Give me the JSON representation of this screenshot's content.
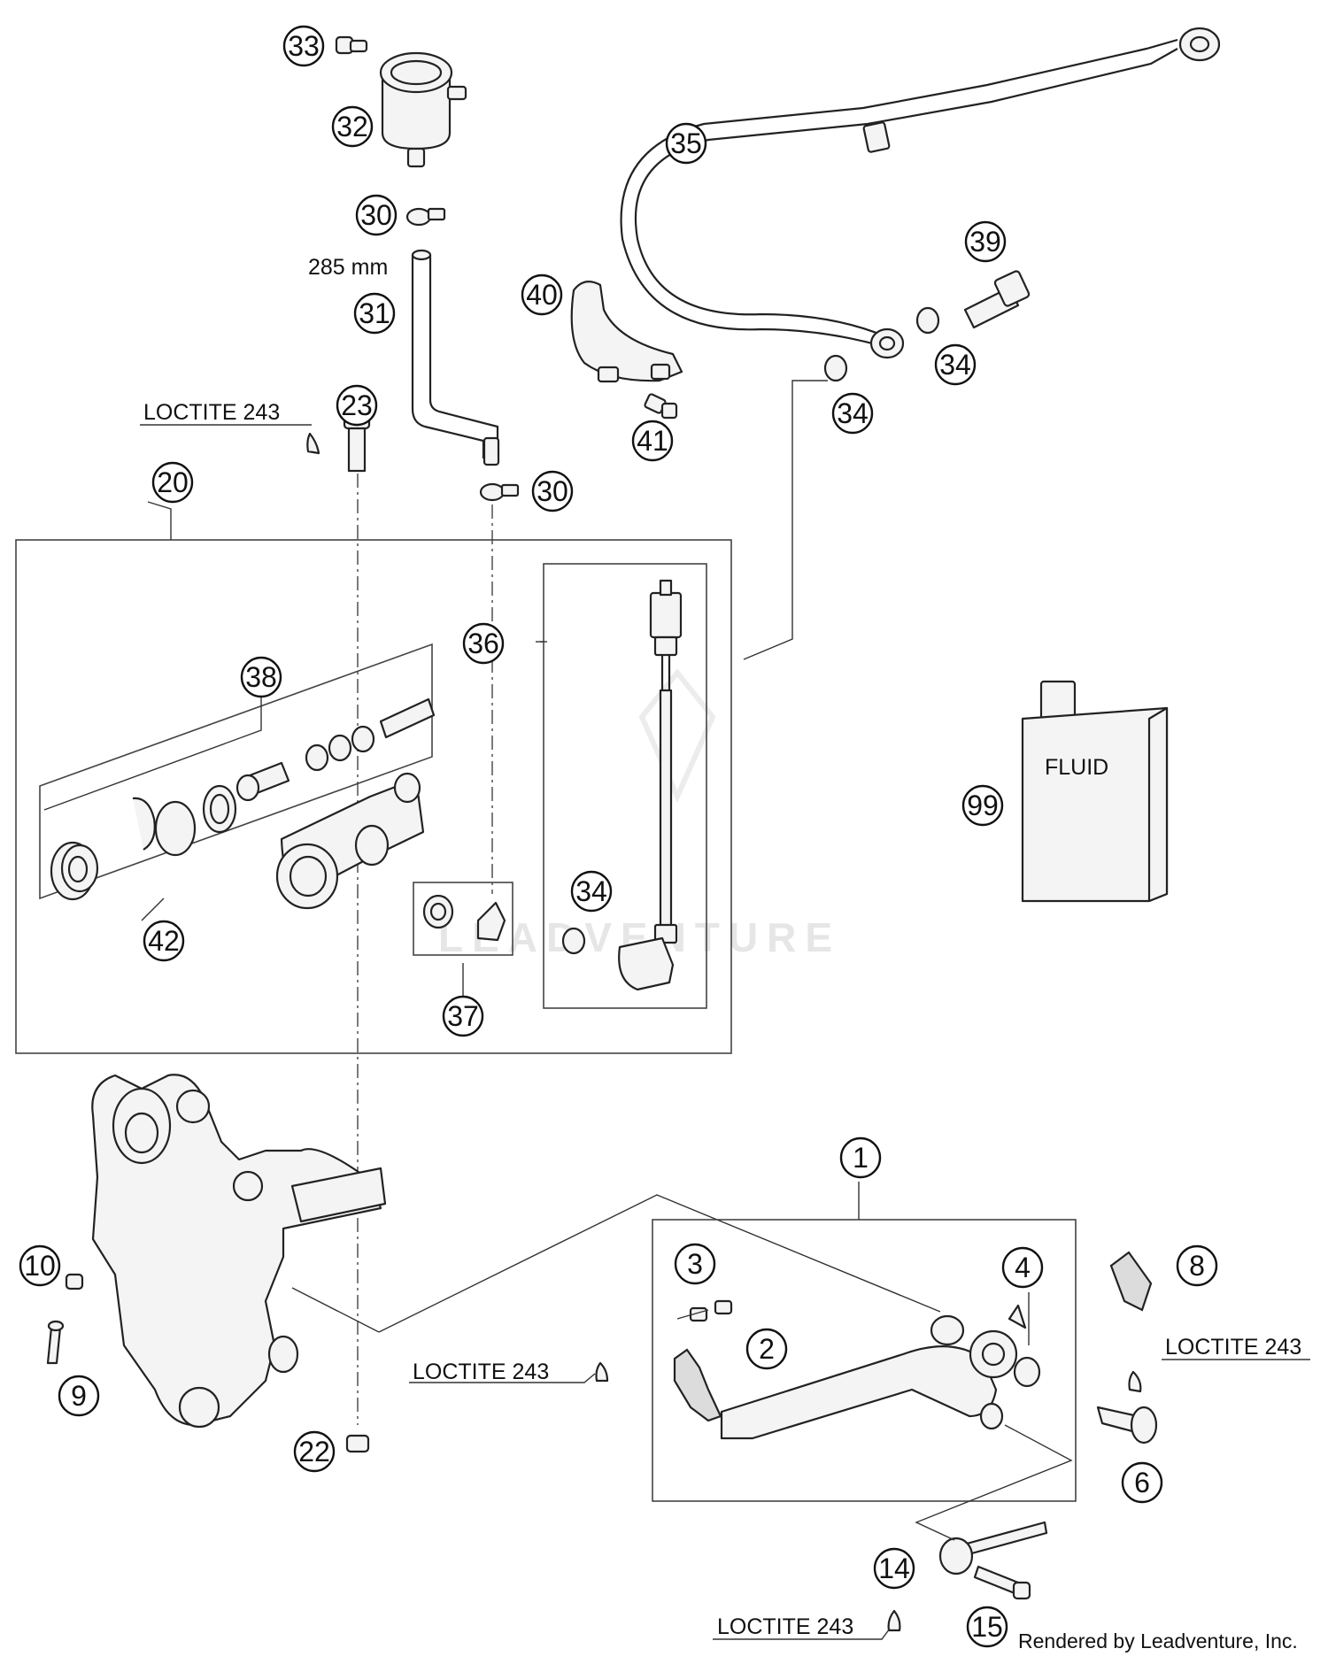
{
  "diagram": {
    "callouts": [
      {
        "id": "33"
      },
      {
        "id": "32"
      },
      {
        "id": "30a",
        "text": "30"
      },
      {
        "id": "31"
      },
      {
        "id": "23"
      },
      {
        "id": "20"
      },
      {
        "id": "30b",
        "text": "30"
      },
      {
        "id": "35"
      },
      {
        "id": "40"
      },
      {
        "id": "41"
      },
      {
        "id": "39"
      },
      {
        "id": "34a",
        "text": "34"
      },
      {
        "id": "34b",
        "text": "34"
      },
      {
        "id": "36"
      },
      {
        "id": "38"
      },
      {
        "id": "42"
      },
      {
        "id": "34c",
        "text": "34"
      },
      {
        "id": "37"
      },
      {
        "id": "99"
      },
      {
        "id": "1"
      },
      {
        "id": "3"
      },
      {
        "id": "2"
      },
      {
        "id": "4"
      },
      {
        "id": "8"
      },
      {
        "id": "6"
      },
      {
        "id": "10"
      },
      {
        "id": "9"
      },
      {
        "id": "22"
      },
      {
        "id": "14"
      },
      {
        "id": "15"
      }
    ],
    "labels": {
      "hose_length": "285 mm",
      "loctite_23": "LOCTITE 243",
      "loctite_3": "LOCTITE 243",
      "loctite_6": "LOCTITE 243",
      "loctite_15": "LOCTITE 243",
      "fluid": "FLUID",
      "watermark": "LEADVENTURE",
      "credit": "Rendered by Leadventure, Inc."
    }
  }
}
